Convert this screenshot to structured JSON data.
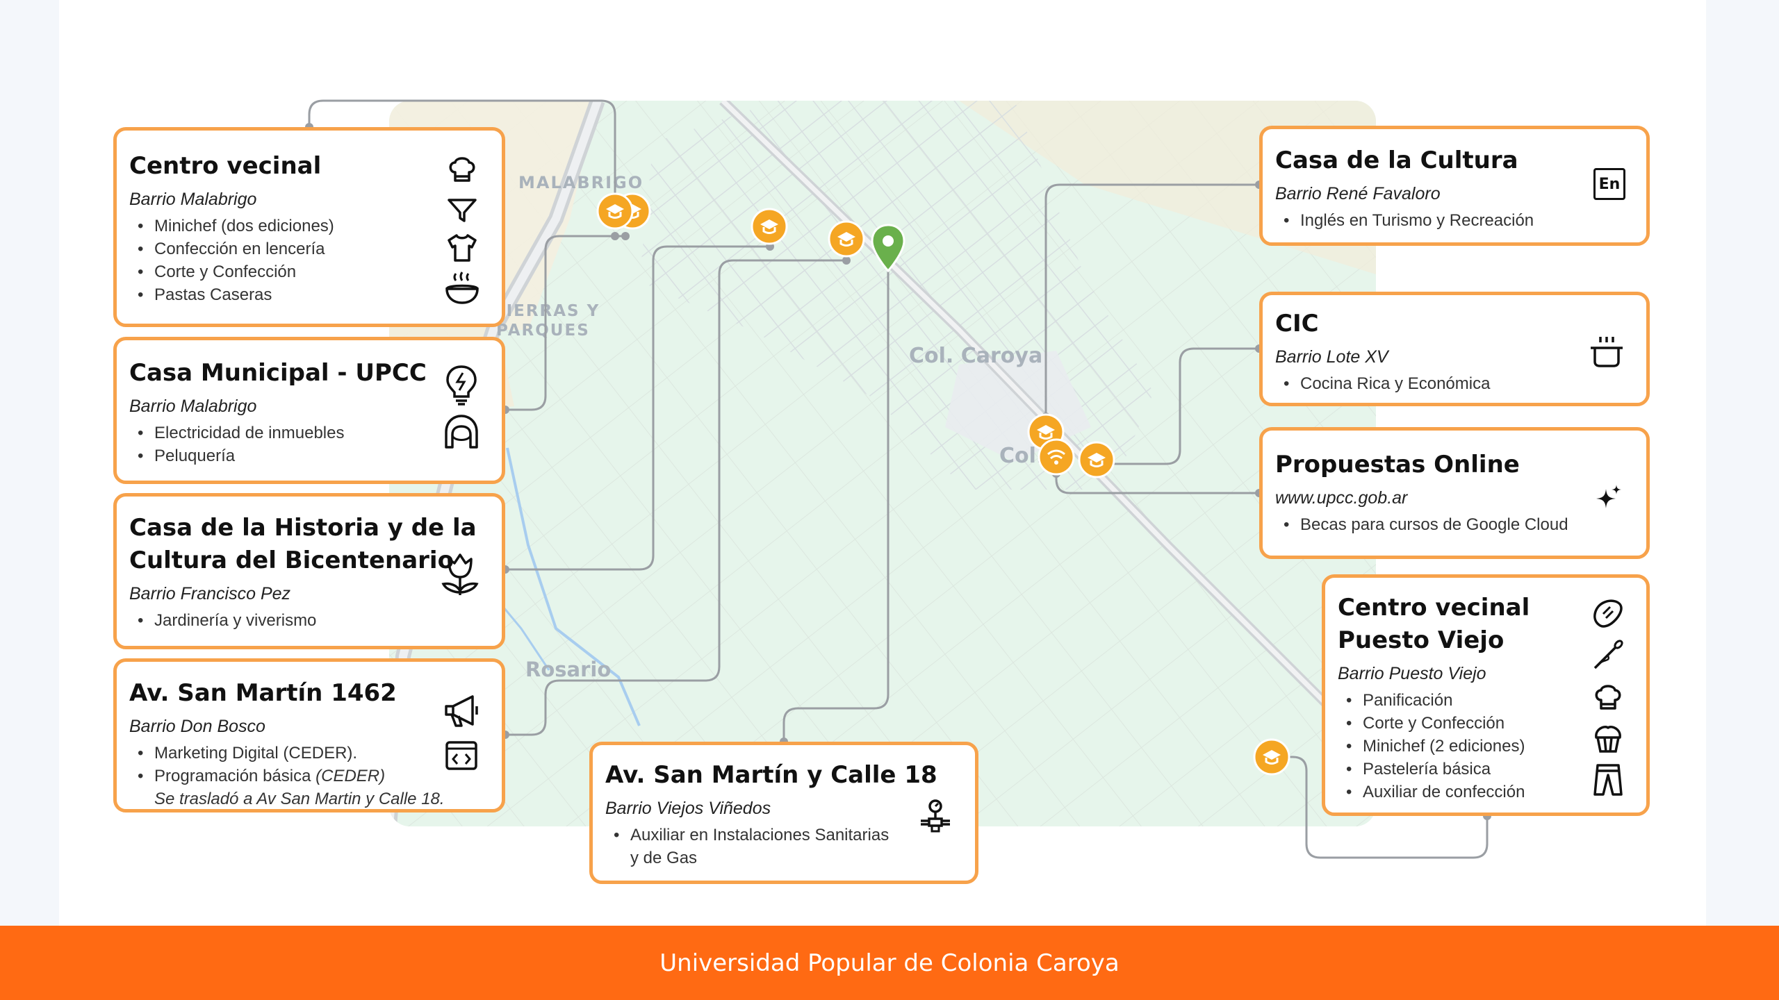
{
  "map": {
    "labels": {
      "malabrigo": "MALABRIGO",
      "sierras_l1": "SIERRAS Y",
      "sierras_l2": "PARQUES",
      "col_caroya": "Col. Caroya",
      "col_partial": "Col.",
      "rosario": "Rosario"
    },
    "colors": {
      "marker_orange": "#f5a623",
      "marker_green": "#6ab04c",
      "card_border": "#f7a24b",
      "footer": "#ff6a13"
    }
  },
  "cards": {
    "centro_vecinal": {
      "title": "Centro vecinal",
      "subtitle": "Barrio Malabrigo",
      "items": [
        "Minichef  (dos ediciones)",
        "Confección en lencería",
        "Corte y Confección",
        "Pastas Caseras"
      ],
      "icons": [
        "chef-hat-icon",
        "funnel-icon",
        "t-shirt-icon",
        "steaming-bowl-icon"
      ]
    },
    "casa_municipal": {
      "title": "Casa Municipal - UPCC",
      "subtitle": "Barrio Malabrigo",
      "items": [
        "Electricidad de inmuebles",
        "Peluquería"
      ],
      "icons": [
        "lightbulb-icon",
        "hair-icon"
      ]
    },
    "casa_historia": {
      "title_l1": "Casa de la Historia y de la",
      "title_l2": "Cultura del Bicentenario",
      "subtitle": "Barrio Francisco Pez",
      "items": [
        "Jardinería y viverismo"
      ],
      "icons": [
        "tulip-icon"
      ]
    },
    "san_martin_1462": {
      "title": "Av. San Martín 1462",
      "subtitle": "Barrio Don Bosco",
      "item1": "Marketing Digital (CEDER).",
      "item2_text": "Programación básica ",
      "item2_em": "(CEDER)",
      "note": "Se trasladó a Av San Martin y Calle 18.",
      "icons": [
        "megaphone-icon",
        "code-window-icon"
      ]
    },
    "san_martin_calle18": {
      "title": "Av. San Martín y Calle 18",
      "subtitle": "Barrio Viejos Viñedos",
      "item_l1": "Auxiliar en Instalaciones Sanitarias",
      "item_l2": "y de Gas",
      "icons": [
        "gas-valve-icon"
      ]
    },
    "casa_cultura": {
      "title": "Casa de la Cultura",
      "subtitle": "Barrio René Favaloro",
      "items": [
        "Inglés en Turismo y Recreación"
      ],
      "icon_text": "En",
      "icons": [
        "english-language-icon"
      ]
    },
    "cic": {
      "title": "CIC",
      "subtitle": "Barrio Lote XV",
      "items": [
        "Cocina Rica y Económica"
      ],
      "icons": [
        "cooking-pot-icon"
      ]
    },
    "propuestas_online": {
      "title": "Propuestas Online",
      "subtitle": "www.upcc.gob.ar",
      "items": [
        "Becas para cursos de Google Cloud"
      ],
      "icons": [
        "sparkles-icon"
      ]
    },
    "puesto_viejo": {
      "title_l1": "Centro vecinal",
      "title_l2": "Puesto Viejo",
      "subtitle": "Barrio Puesto Viejo",
      "items": [
        "Panificación",
        "Corte y Confección",
        "Minichef (2 ediciones)",
        "Pastelería básica",
        "Auxiliar de confección"
      ],
      "icons": [
        "bread-icon",
        "needle-icon",
        "chef-hat-icon",
        "cupcake-icon",
        "trousers-icon"
      ]
    }
  },
  "footer": {
    "text": "Universidad Popular de Colonia Caroya"
  }
}
